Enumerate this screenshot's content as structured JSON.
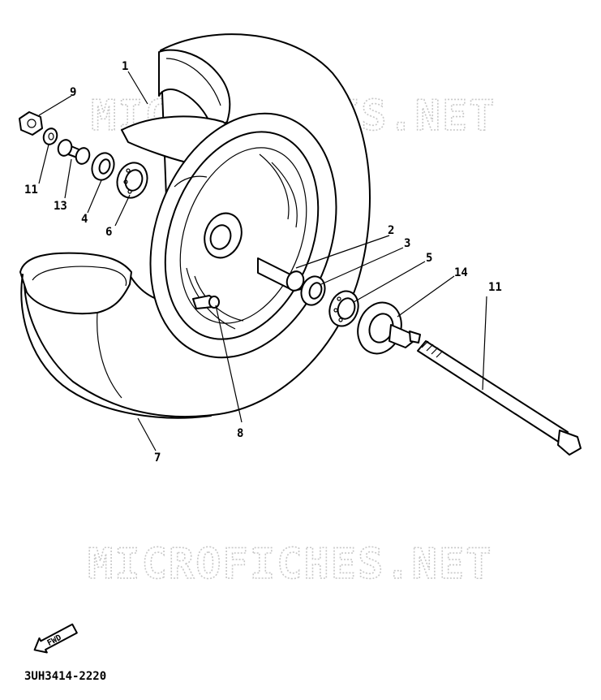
{
  "watermark": "MICROFICHES.NET",
  "callouts": [
    "1",
    "2",
    "3",
    "4",
    "5",
    "6",
    "7",
    "8",
    "9",
    "11",
    "11",
    "13",
    "14"
  ],
  "fwd_label": "FWD",
  "diagram_code": "3UH3414-2220"
}
